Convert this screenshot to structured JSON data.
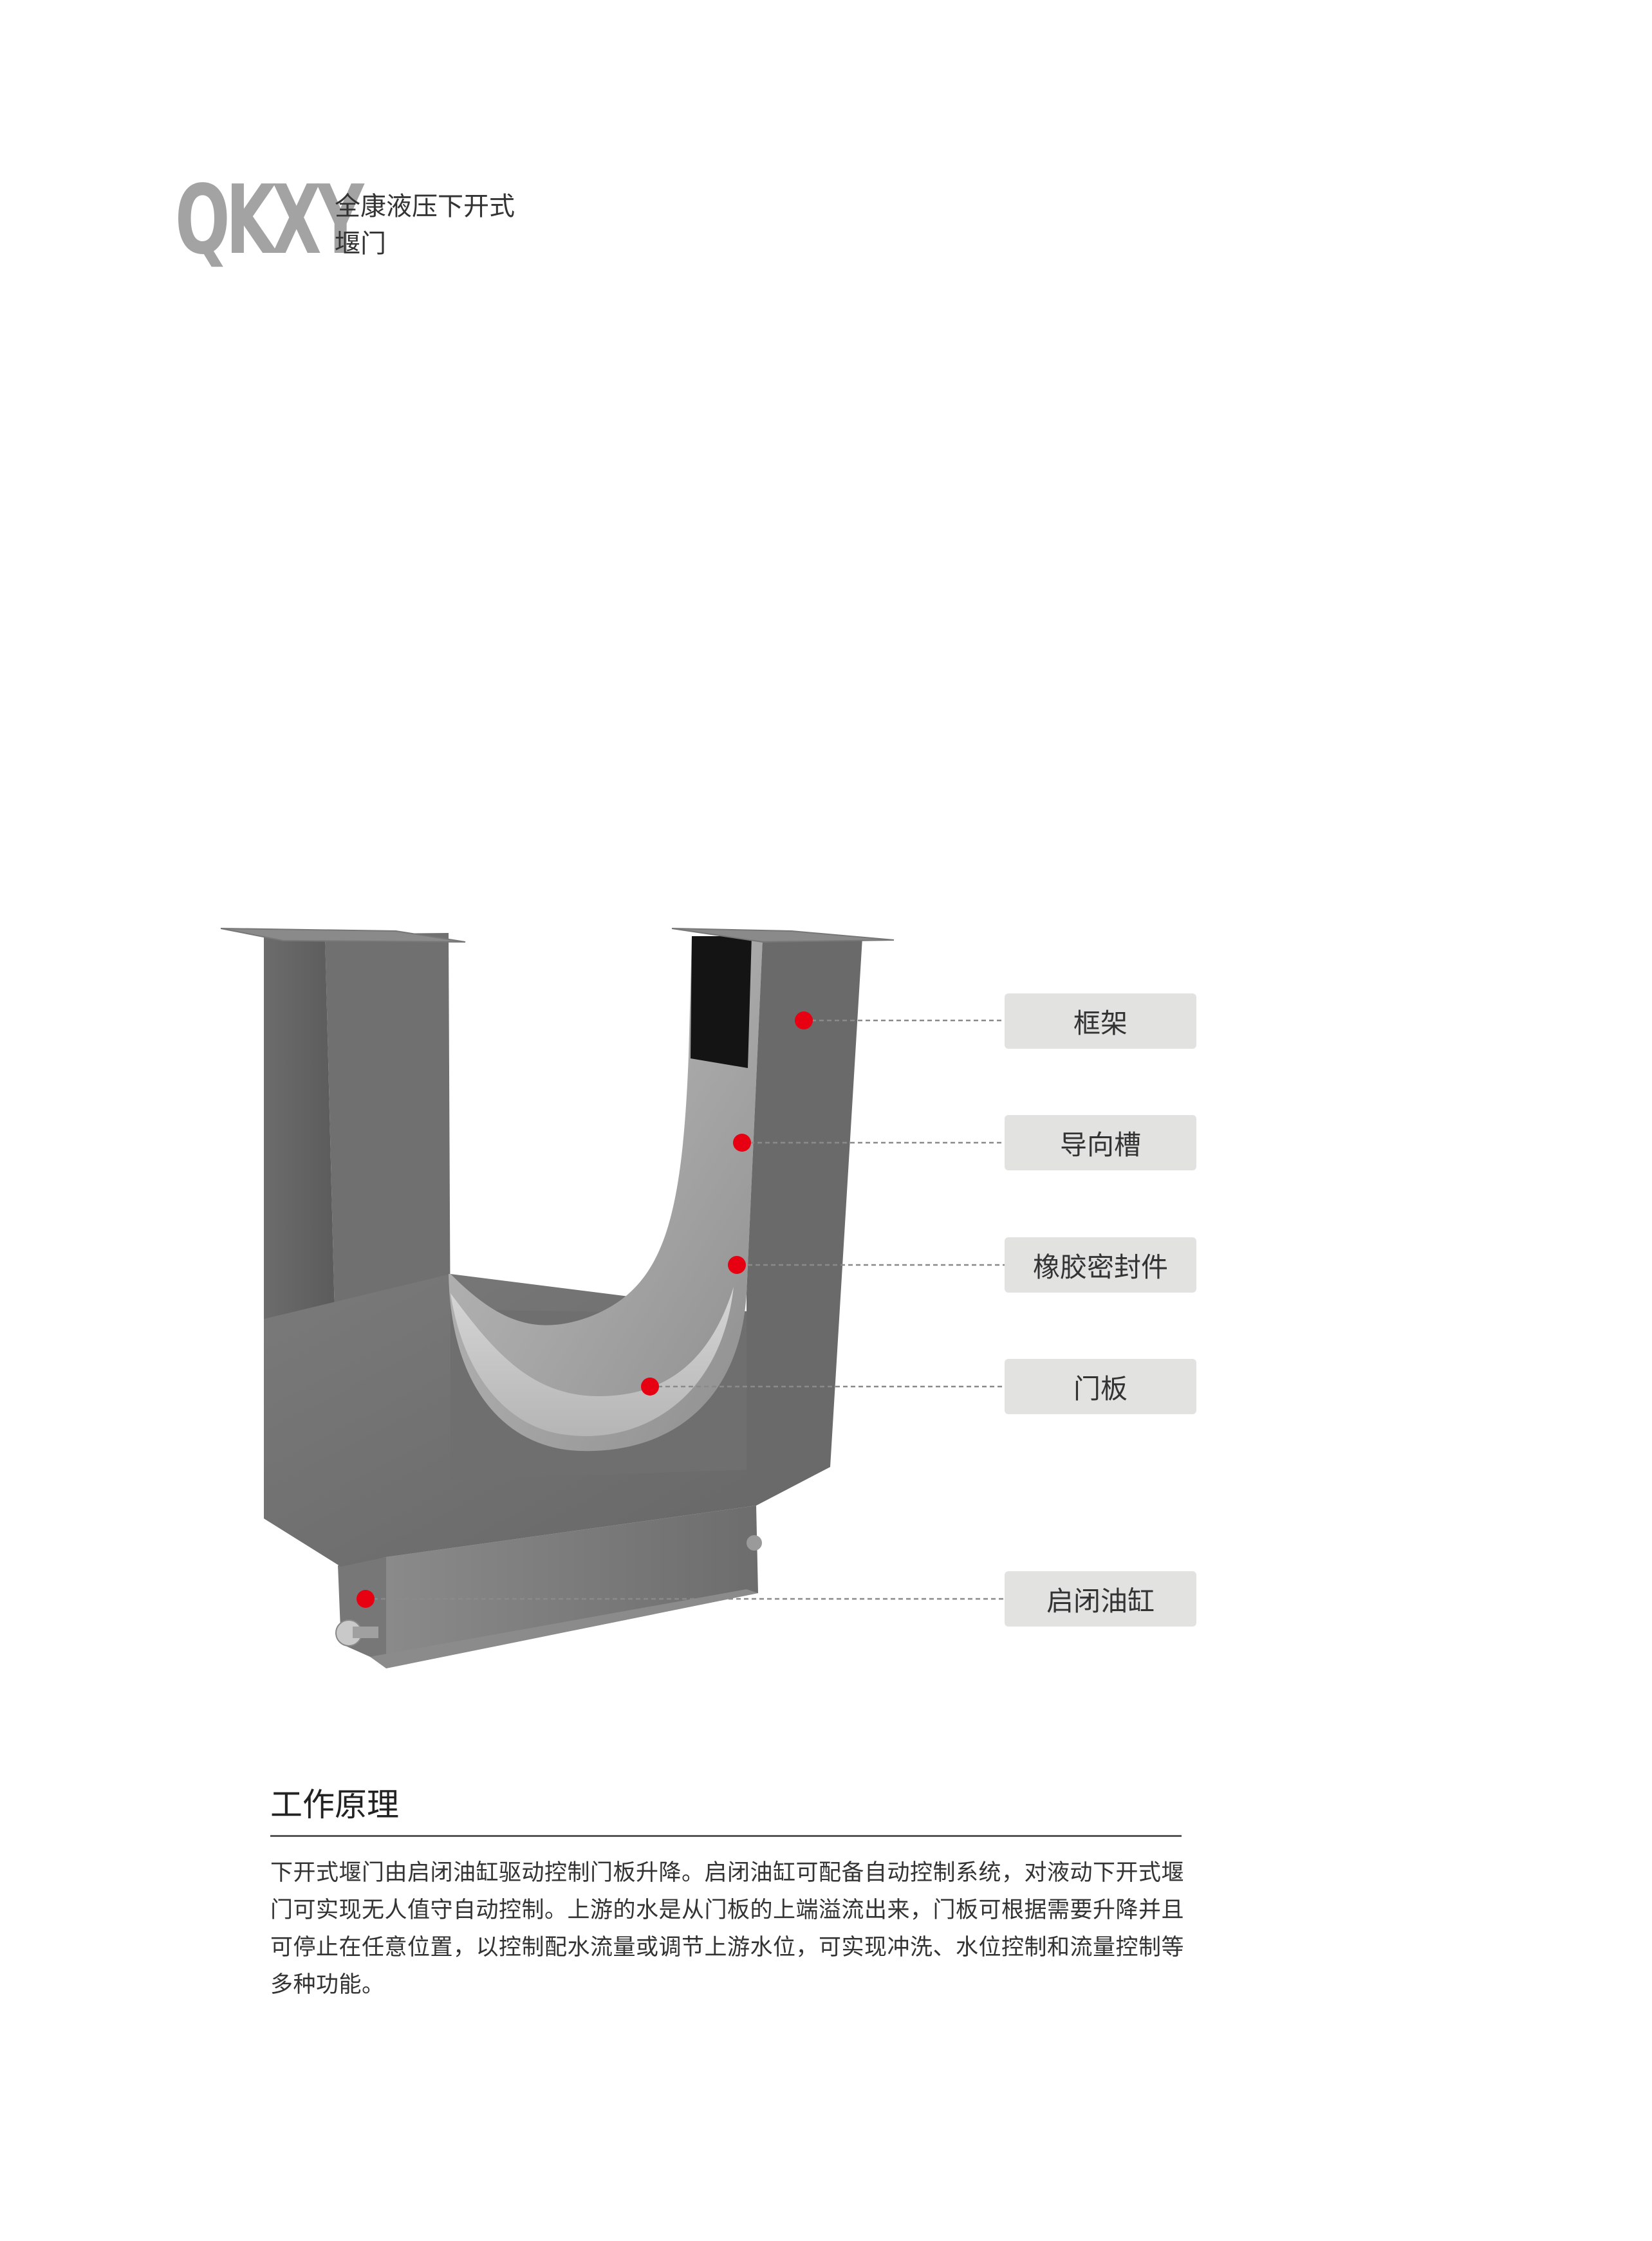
{
  "header": {
    "code": "QKXY",
    "name_line1": "全康液压下开式",
    "name_line2": "堰门"
  },
  "callouts": [
    {
      "label": "框架"
    },
    {
      "label": "导向槽"
    },
    {
      "label": "橡胶密封件"
    },
    {
      "label": "门板"
    },
    {
      "label": "启闭油缸"
    }
  ],
  "colors": {
    "marker": "#e60012",
    "callout_bg": "#e2e3e1",
    "logo_gray": "#a3a3a3"
  },
  "section": {
    "title": "工作原理",
    "body": "下开式堰门由启闭油缸驱动控制门板升降。启闭油缸可配备自动控制系统，对液动下开式堰门可实现无人值守自动控制。上游的水是从门板的上端溢流出来，门板可根据需要升降并且可停止在任意位置，以控制配水流量或调节上游水位，可实现冲洗、水位控制和流量控制等多种功能。"
  }
}
